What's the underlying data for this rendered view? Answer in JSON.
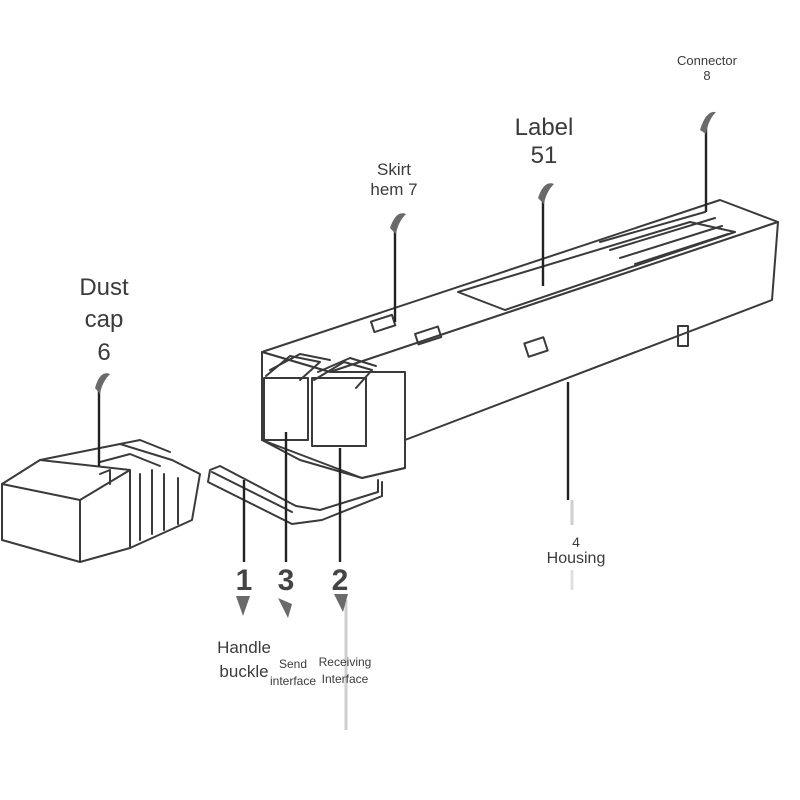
{
  "labels": {
    "connector": {
      "line1": "Connector",
      "line2": "8"
    },
    "label": {
      "line1": "Label",
      "line2": "51"
    },
    "skirt": {
      "line1": "Skirt",
      "line2": "hem 7"
    },
    "dust_cap": {
      "line1": "Dust",
      "line2": "cap",
      "line3": "6"
    },
    "housing": {
      "line1": "4",
      "line2": "Housing"
    },
    "handle": {
      "num": "1",
      "line1": "Handle",
      "line2": "buckle"
    },
    "send": {
      "num": "3",
      "line1": "Send",
      "line2": "interface"
    },
    "receiving": {
      "num": "2",
      "line1": "Receiving",
      "line2": "Interface"
    }
  }
}
